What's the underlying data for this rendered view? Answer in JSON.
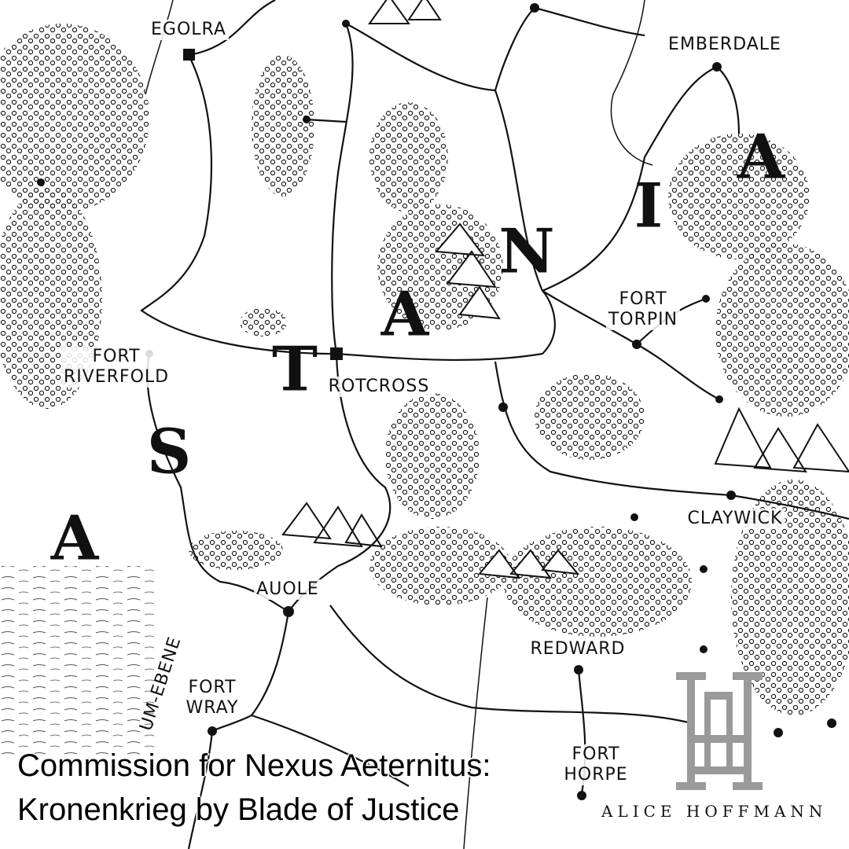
{
  "region_name_letters": [
    "A",
    "S",
    "T",
    "A",
    "N",
    "I",
    "A"
  ],
  "places": {
    "egolra": "EGOLRA",
    "emberdale": "EMBERDALE",
    "fort_riverfold": [
      "FORT",
      "RIVERFOLD"
    ],
    "rotcross": "ROTCROSS",
    "fort_torpin": [
      "FORT",
      "TORPIN"
    ],
    "claywick": "CLAYWICK",
    "auole": "AUOLE",
    "redward": "REDWARD",
    "fort_wray": [
      "FORT",
      "WRAY"
    ],
    "fort_horpe": [
      "FORT",
      "HORPE"
    ],
    "plain": "UM-EBENE"
  },
  "caption": [
    "Commission for Nexus Aeternitus:",
    "Kronenkrieg by Blade of Justice"
  ],
  "signature": "ALICE HOFFMANN",
  "colors": {
    "ink": "#111111",
    "logo": "#9a9a9a",
    "paper": "#ffffff"
  }
}
